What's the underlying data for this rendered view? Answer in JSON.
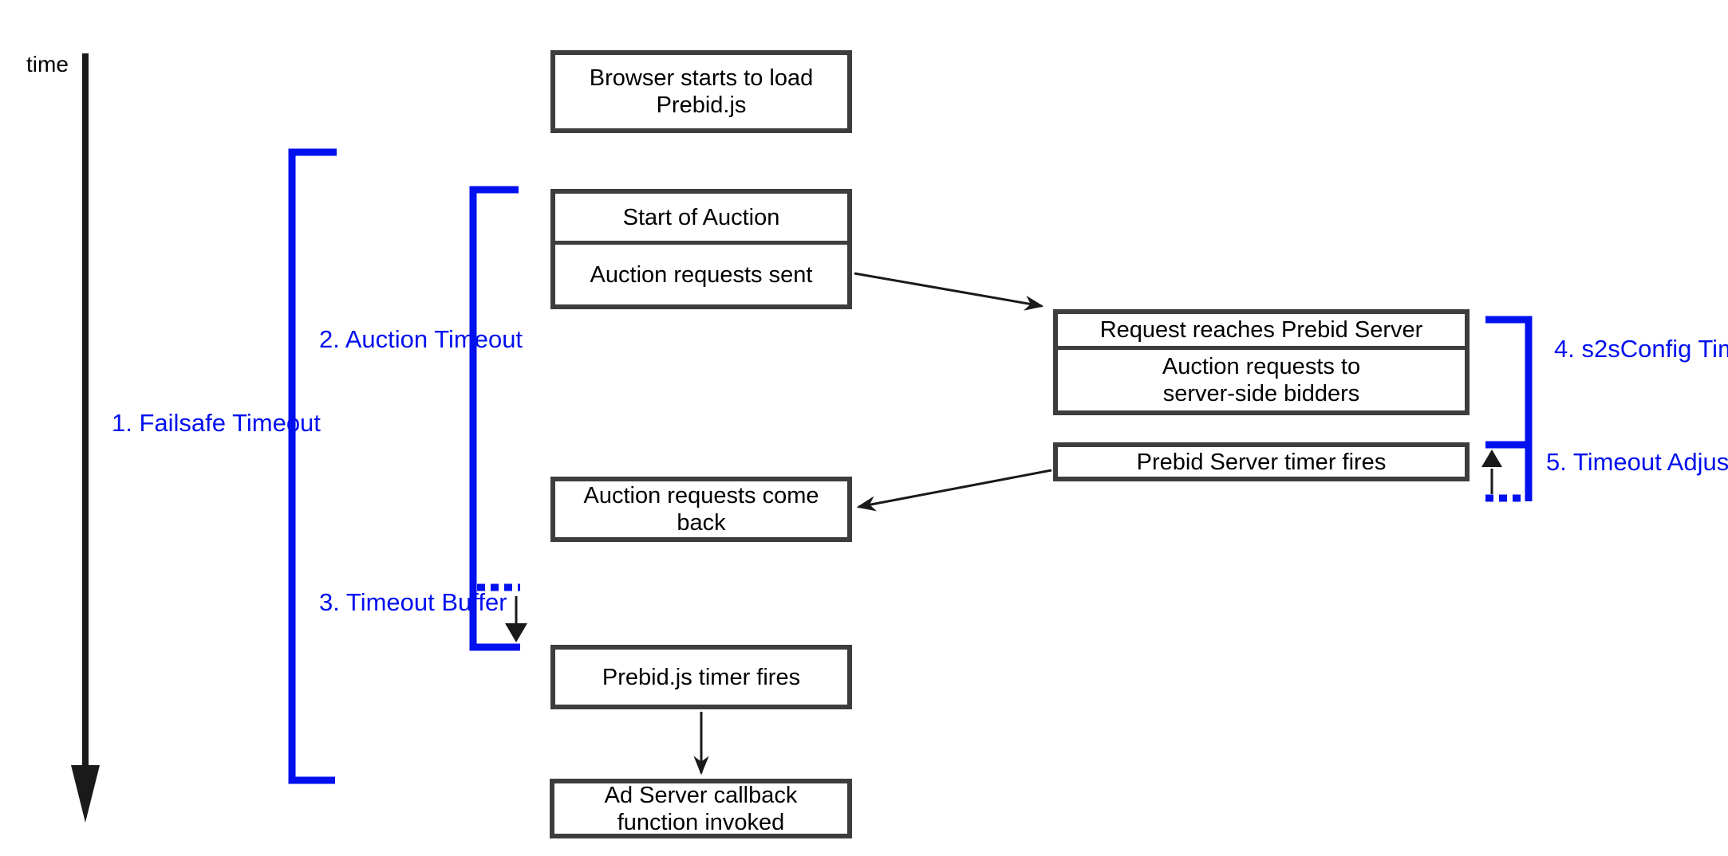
{
  "colors": {
    "accent": "#0010ee",
    "border": "#3d3d3d",
    "ink": "#1a1a1a"
  },
  "axis": {
    "label": "time"
  },
  "boxes": {
    "browser": {
      "line1": "Browser starts to load",
      "line2": "Prebid.js"
    },
    "start_auction": {
      "title": "Start of Auction",
      "sub": "Auction requests sent"
    },
    "request_reaches": {
      "title": "Request reaches Prebid Server",
      "sub_line1": "Auction requests to",
      "sub_line2": "server-side bidders"
    },
    "ps_timer": {
      "label": "Prebid Server timer fires"
    },
    "come_back": {
      "line1": "Auction requests come",
      "line2": "back"
    },
    "pjs_timer": {
      "label": "Prebid.js timer fires"
    },
    "ad_server": {
      "line1": "Ad Server callback",
      "line2": "function invoked"
    }
  },
  "labels": {
    "failsafe": {
      "line1": "1. Failsafe",
      "line2": "Timeout"
    },
    "auction_timeout": {
      "line1": "2. Auction",
      "line2": "Timeout"
    },
    "timeout_buffer": {
      "line1": "3. Timeout",
      "line2": "Buffer"
    },
    "s2s": {
      "line1": "4. s2sConfig",
      "line2": "Timeout (tmax)"
    },
    "timeout_adjustment": {
      "line1": "5. Timeout",
      "line2": "Adjustment"
    }
  }
}
